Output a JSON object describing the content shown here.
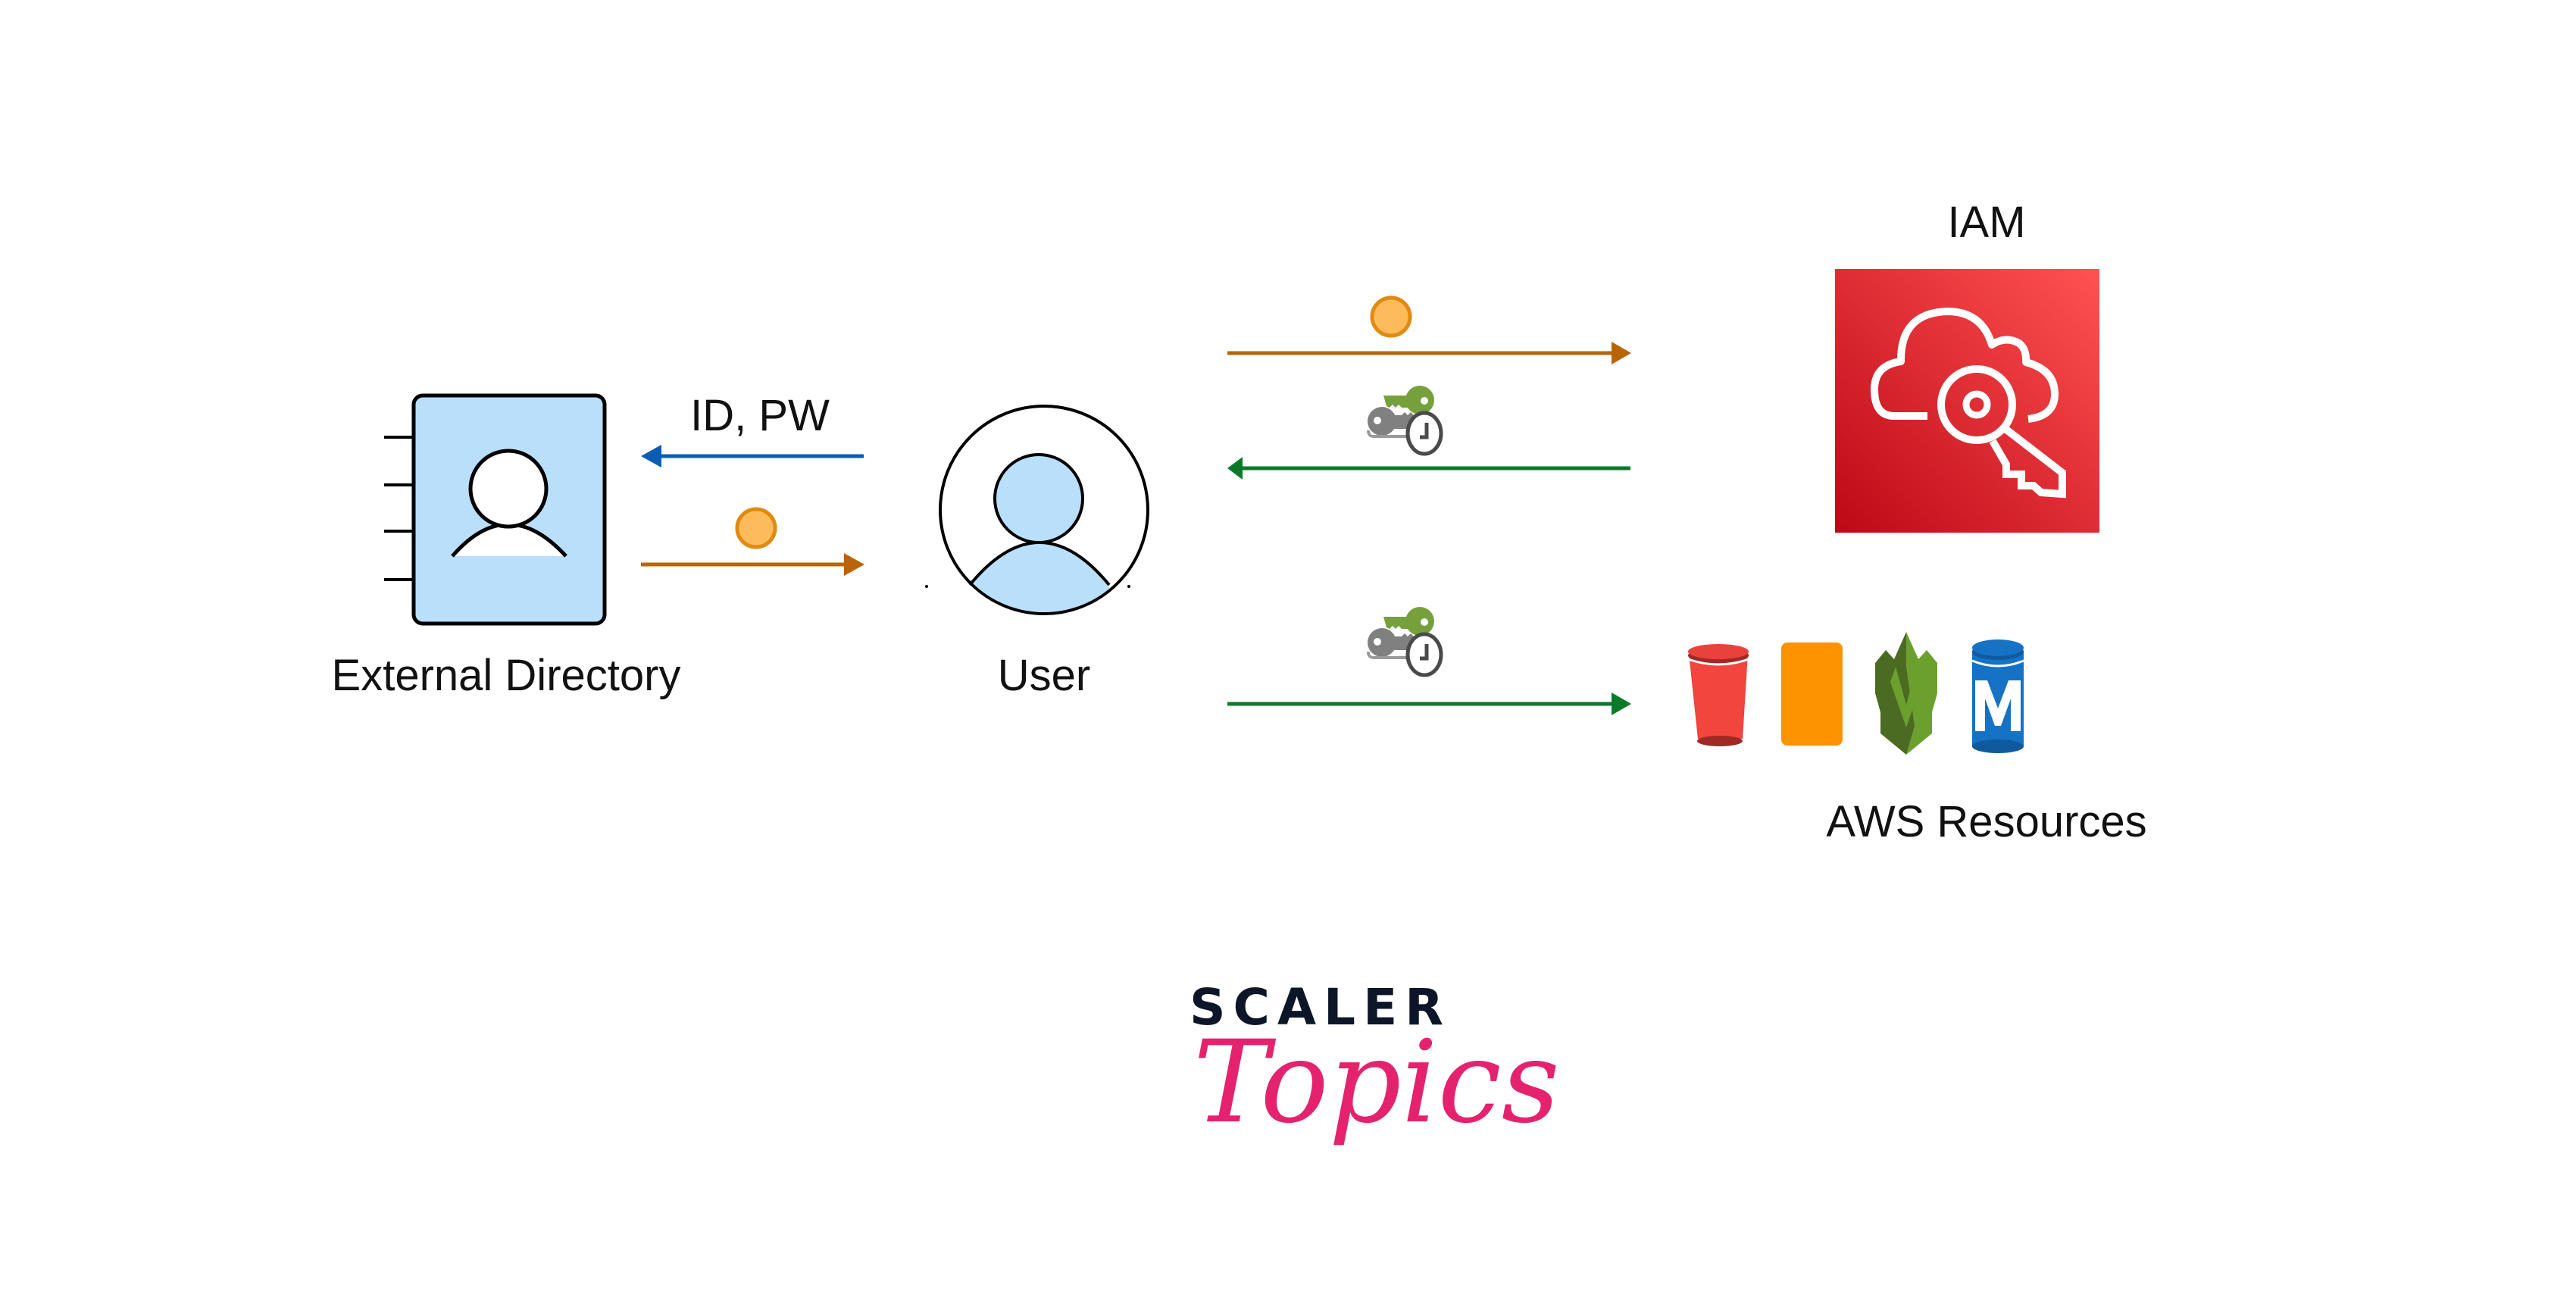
{
  "nodes": {
    "external_directory": {
      "label": "External Directory"
    },
    "user": {
      "label": "User"
    },
    "iam": {
      "label": "IAM"
    },
    "aws_resources": {
      "label": "AWS Resources",
      "icons": [
        "s3-bucket-icon",
        "ec2-instance-icon",
        "guardduty-icon",
        "rds-mysql-icon"
      ]
    }
  },
  "edges": {
    "user_to_directory": {
      "label": "ID, PW",
      "color": "#0b5cb5",
      "direction": "left"
    },
    "directory_to_user": {
      "label": "",
      "token": "saml-assertion-token",
      "color": "#b8650a",
      "direction": "right"
    },
    "user_to_iam": {
      "label": "",
      "token": "saml-assertion-token",
      "color": "#b8650a",
      "direction": "right"
    },
    "iam_to_user": {
      "label": "",
      "token": "temporary-credentials-icon",
      "color": "#0a7a2a",
      "direction": "left"
    },
    "user_to_resources": {
      "label": "",
      "token": "temporary-credentials-icon",
      "color": "#0a7a2a",
      "direction": "right"
    }
  },
  "colors": {
    "iam_red": "#d6242d",
    "token_fill": "#fdbb5c",
    "token_stroke": "#e08a12",
    "key_green": "#76a03c",
    "key_gray": "#808080",
    "person_blue": "#bde0fb"
  },
  "logo": {
    "line1": "SCALER",
    "line2": "Topics"
  }
}
